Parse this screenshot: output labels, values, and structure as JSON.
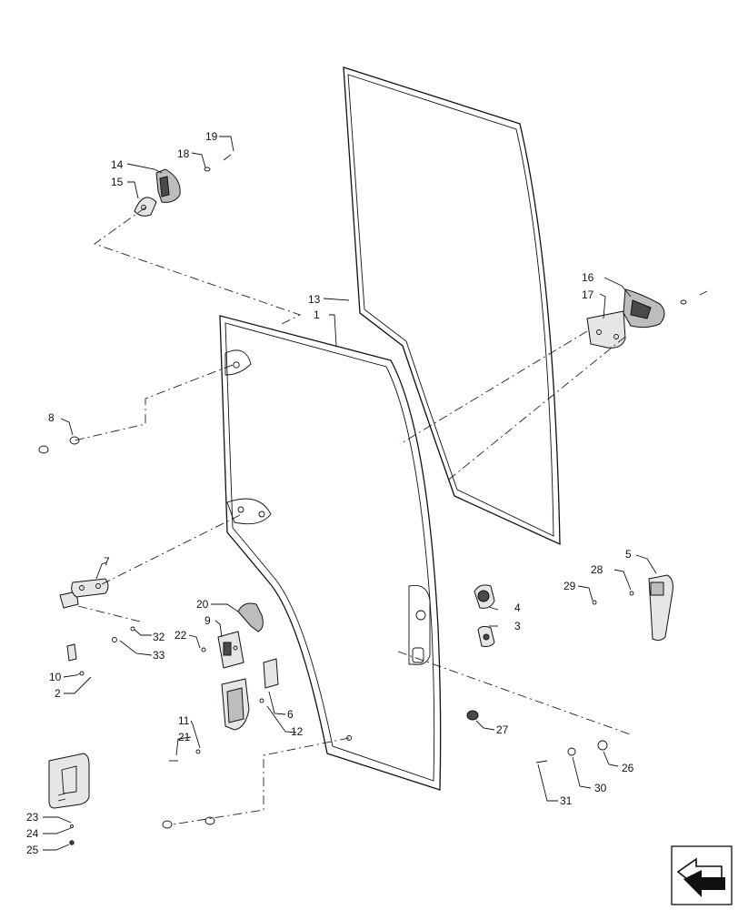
{
  "callouts": [
    {
      "id": "c1",
      "text": "1"
    },
    {
      "id": "c2",
      "text": "2"
    },
    {
      "id": "c3",
      "text": "3"
    },
    {
      "id": "c4",
      "text": "4"
    },
    {
      "id": "c5",
      "text": "5"
    },
    {
      "id": "c6",
      "text": "6"
    },
    {
      "id": "c7",
      "text": "7"
    },
    {
      "id": "c8",
      "text": "8"
    },
    {
      "id": "c9",
      "text": "9"
    },
    {
      "id": "c10",
      "text": "10"
    },
    {
      "id": "c11",
      "text": "11"
    },
    {
      "id": "c12",
      "text": "12"
    },
    {
      "id": "c13",
      "text": "13"
    },
    {
      "id": "c14",
      "text": "14"
    },
    {
      "id": "c15",
      "text": "15"
    },
    {
      "id": "c16",
      "text": "16"
    },
    {
      "id": "c17",
      "text": "17"
    },
    {
      "id": "c18",
      "text": "18"
    },
    {
      "id": "c19",
      "text": "19"
    },
    {
      "id": "c20",
      "text": "20"
    },
    {
      "id": "c21",
      "text": "21"
    },
    {
      "id": "c22",
      "text": "22"
    },
    {
      "id": "c23",
      "text": "23"
    },
    {
      "id": "c24",
      "text": "24"
    },
    {
      "id": "c25",
      "text": "25"
    },
    {
      "id": "c26",
      "text": "26"
    },
    {
      "id": "c27",
      "text": "27"
    },
    {
      "id": "c28",
      "text": "28"
    },
    {
      "id": "c29",
      "text": "29"
    },
    {
      "id": "c30",
      "text": "30"
    },
    {
      "id": "c31",
      "text": "31"
    },
    {
      "id": "c32",
      "text": "32"
    },
    {
      "id": "c33",
      "text": "33"
    }
  ],
  "nav_icon": "arrow-navigation-icon"
}
